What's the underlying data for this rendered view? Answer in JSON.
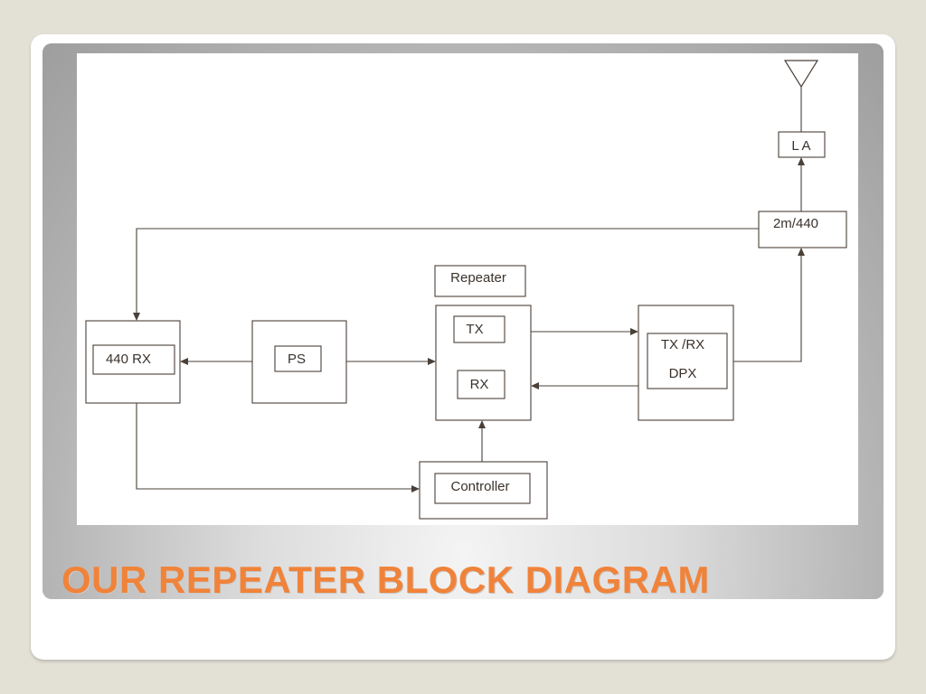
{
  "slide": {
    "title": "OUR REPEATER BLOCK DIAGRAM"
  },
  "diagram": {
    "blocks": {
      "la": "L A",
      "band": "2m/440",
      "repeater": "Repeater",
      "tx": "TX",
      "rx": "RX",
      "rx440": "440 RX",
      "ps": "PS",
      "txrx": "TX /RX",
      "dpx": "DPX",
      "controller": "Controller"
    }
  },
  "colors": {
    "title": "#f0833a",
    "line": "#4a4038",
    "background": "#e3e0d6"
  }
}
